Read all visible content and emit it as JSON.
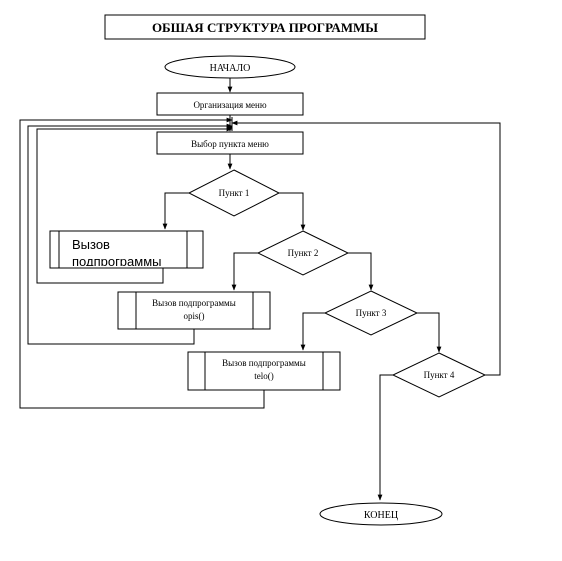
{
  "title": "ОБШАЯ СТРУКТУРА ПРОГРАММЫ",
  "nodes": {
    "start": "НАЧАЛО",
    "org_menu": "Организация меню",
    "choose_item": "Выбор пункта меню",
    "item1": "Пункт 1",
    "item2": "Пункт 2",
    "item3": "Пункт 3",
    "item4": "Пункт 4",
    "call_sub_line1": "Вызов",
    "call_sub_line2": "подпрограммы",
    "call_opis_line1": "Вызов подпрограммы",
    "call_opis_line2": "opis()",
    "call_telo_line1": "Вызов подпрограммы",
    "call_telo_line2": "telo()",
    "end": "КОНЕЦ"
  },
  "colors": {
    "stroke": "#000000",
    "background": "#ffffff"
  }
}
